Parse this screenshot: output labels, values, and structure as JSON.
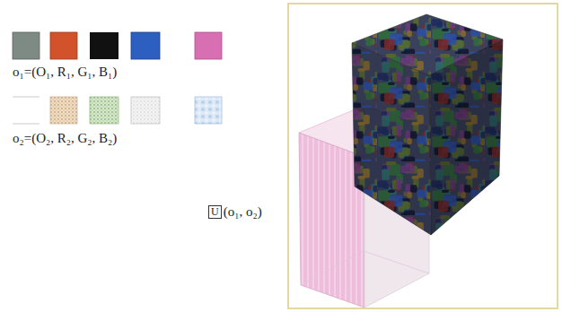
{
  "diagram": {
    "labels": [
      "o₁=(O₁, R₁, G₁, B₁)",
      "o₂=(O₂, R₂, G₂, B₂)",
      "U",
      "(o₁, o₂)"
    ]
  }
}
